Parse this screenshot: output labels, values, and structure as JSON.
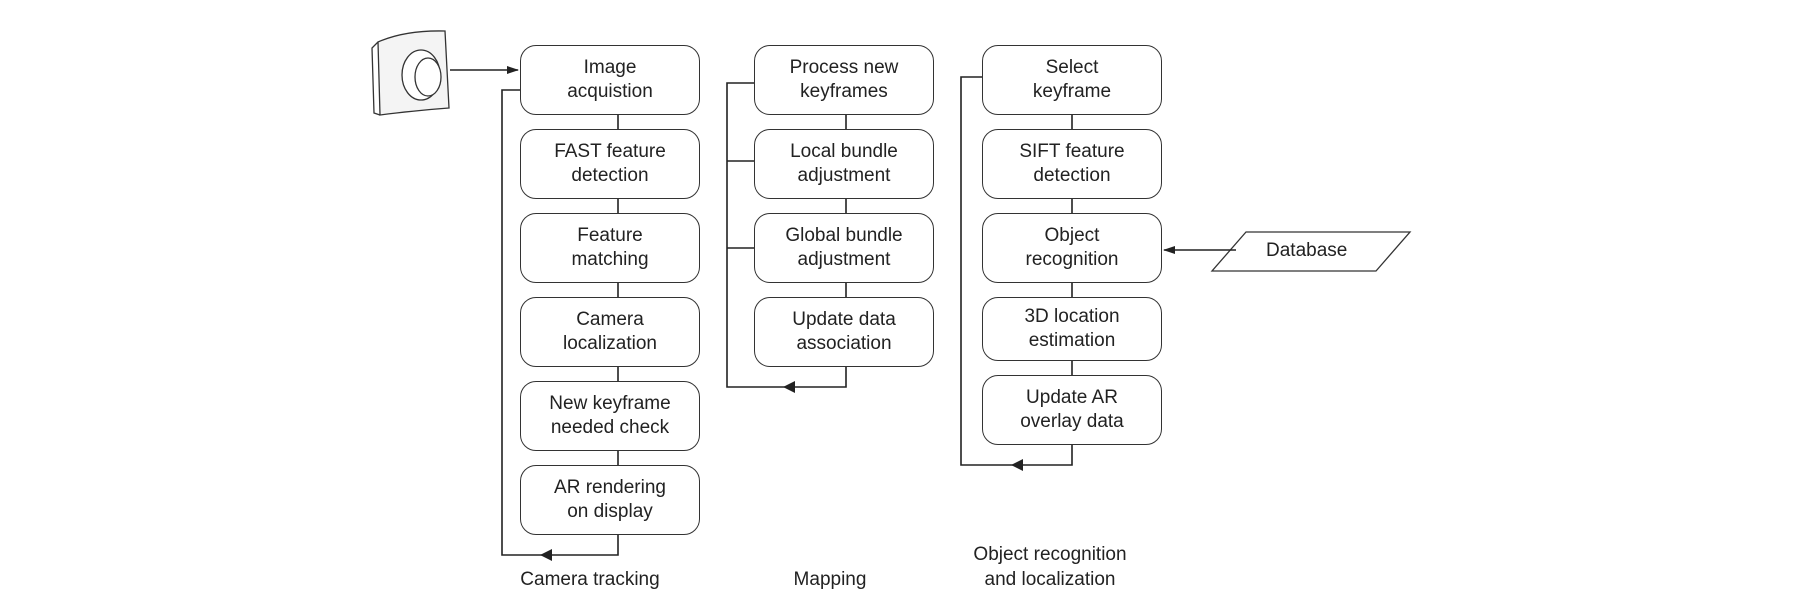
{
  "columns": [
    {
      "caption": "Camera tracking",
      "steps": [
        "Image\nacquistion",
        "FAST feature\ndetection",
        "Feature\nmatching",
        "Camera\nlocalization",
        "New keyframe\nneeded check",
        "AR rendering\non display"
      ]
    },
    {
      "caption": "Mapping",
      "steps": [
        "Process new\nkeyframes",
        "Local bundle\nadjustment",
        "Global bundle\nadjustment",
        "Update data\nassociation"
      ]
    },
    {
      "caption": "Object recognition\nand localization",
      "steps": [
        "Select\nkeyframe",
        "SIFT feature\ndetection",
        "Object\nrecognition",
        "3D location\nestimation",
        "Update AR\noverlay data"
      ]
    }
  ],
  "database": {
    "label": "Database",
    "icon": "parallelogram-data-icon"
  },
  "camera": {
    "icon": "camera-icon"
  },
  "colors": {
    "line": "#222222",
    "box_border": "#333333",
    "camera_fill": "#f4f4f4"
  }
}
